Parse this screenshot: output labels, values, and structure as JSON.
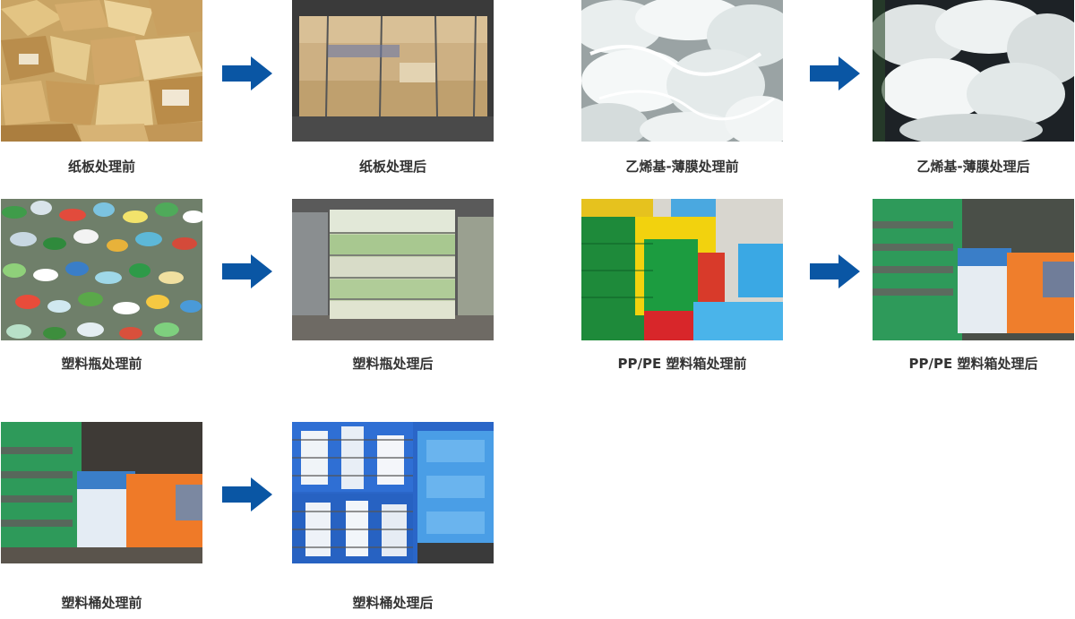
{
  "accent_color": "#0a56a4",
  "pairs": [
    {
      "before_caption": "纸板处理前",
      "after_caption": "纸板处理后",
      "before_icon": "cardboard-scrap-photo",
      "after_icon": "cardboard-bale-photo"
    },
    {
      "before_caption": "乙烯基-薄膜处理前",
      "after_caption": "乙烯基-薄膜处理后",
      "before_icon": "vinyl-film-scrap-photo",
      "after_icon": "vinyl-film-bale-photo"
    },
    {
      "before_caption": "塑料瓶处理前",
      "after_caption": "塑料瓶处理后",
      "before_icon": "plastic-bottles-scrap-photo",
      "after_icon": "plastic-bottles-bale-photo"
    },
    {
      "before_caption": "PP/PE 塑料箱处理前",
      "after_caption": "PP/PE 塑料箱处理后",
      "before_icon": "plastic-crates-scrap-photo",
      "after_icon": "plastic-crates-bale-photo"
    },
    {
      "before_caption": "塑料桶处理前",
      "after_caption": "塑料桶处理后",
      "before_icon": "plastic-drums-baler-photo",
      "after_icon": "plastic-drums-bale-photo"
    }
  ]
}
